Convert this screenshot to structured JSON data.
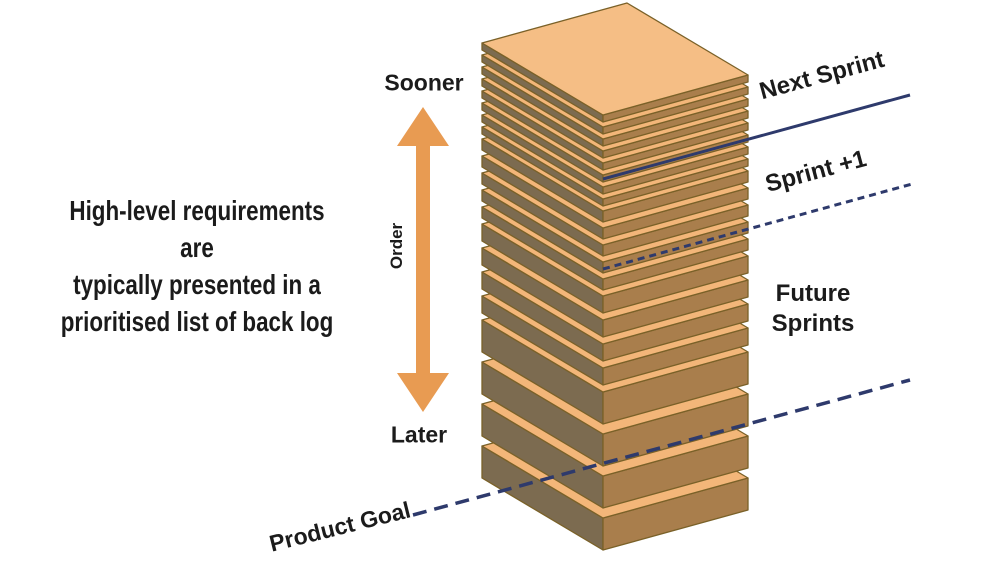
{
  "diagram": {
    "note": {
      "lines": [
        "High-level requirements are",
        "typically presented in a",
        "prioritised list of back log"
      ]
    },
    "order_axis": {
      "top": "Sooner",
      "bottom": "Later",
      "label": "Order"
    },
    "timeline": {
      "next_sprint": "Next Sprint",
      "sprint_plus_one": "Sprint +1",
      "future_sprints_lines": [
        "Future",
        "Sprints"
      ],
      "product_goal": "Product Goal"
    },
    "colors": {
      "slab_top": "#F5BE85",
      "slab_strip": "#F3B679",
      "slab_left": "#7C6B50",
      "slab_right": "#A97E4C",
      "slab_outline": "#7A6128",
      "arrow": "#E89B52",
      "line": "#2E3A6C",
      "text": "#1B1B1B"
    }
  }
}
